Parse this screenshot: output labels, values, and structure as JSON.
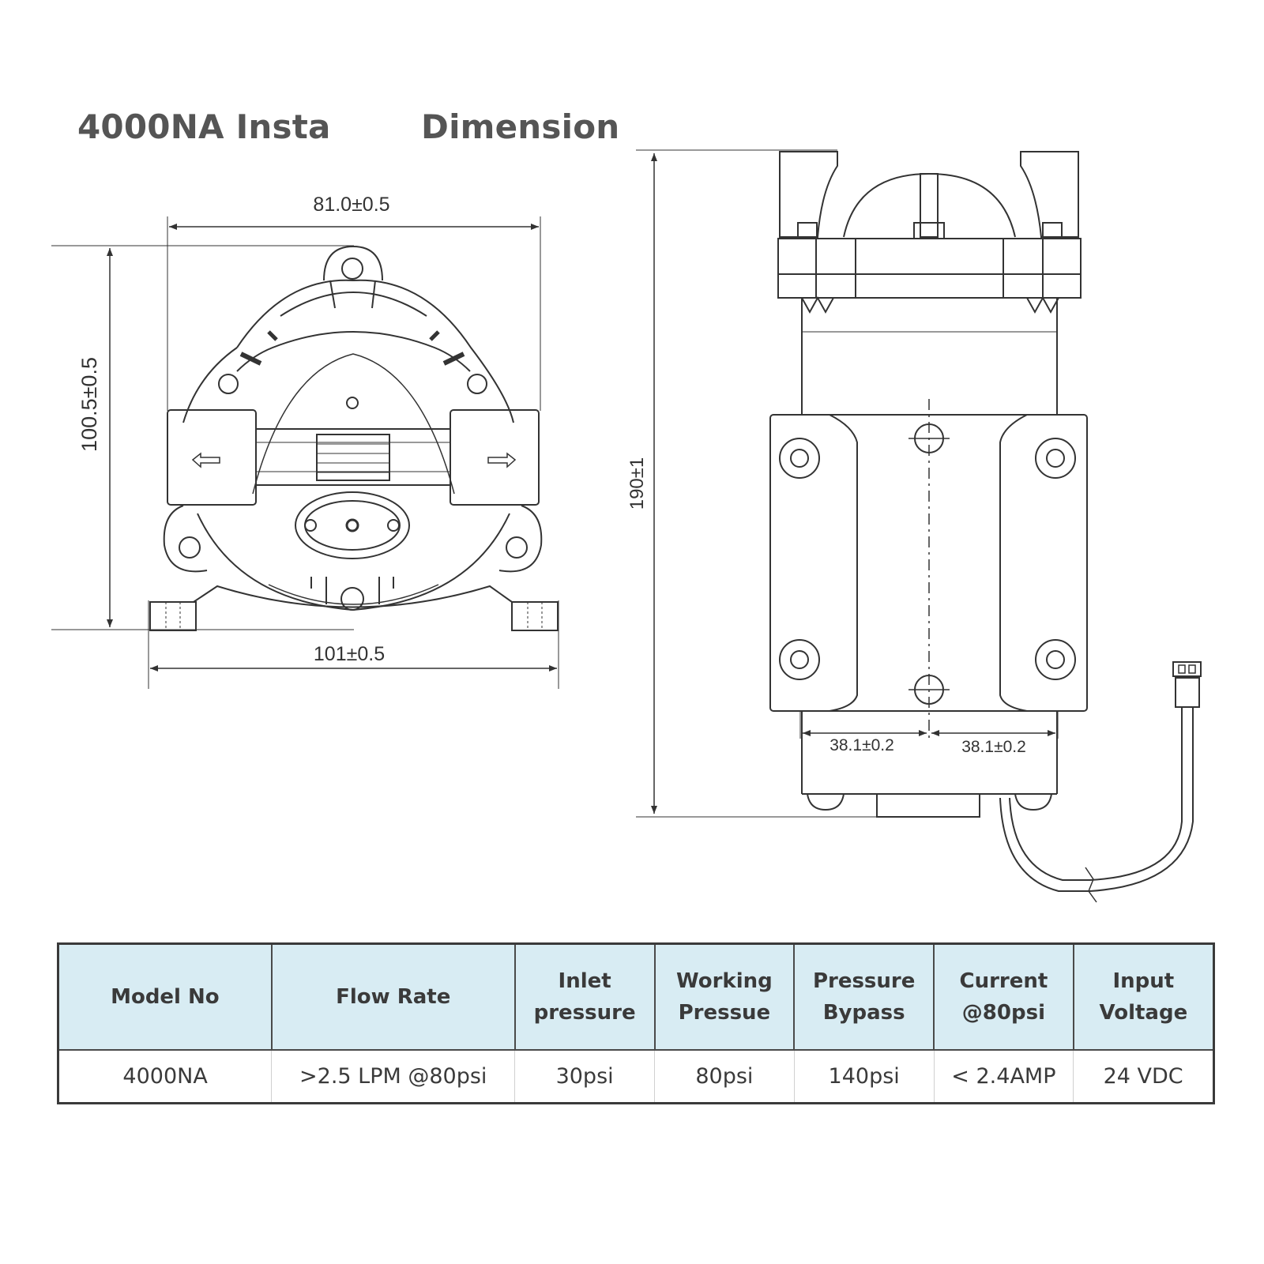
{
  "title_left": "4000NA Installa",
  "title_right": "Dimension",
  "dimensions": {
    "front_width_top": "81.0±0.5",
    "front_height": "100.5±0.5",
    "front_width_base": "101±0.5",
    "side_height": "190±1",
    "mount_spacing_left": "38.1±0.2",
    "mount_spacing_right": "38.1±0.2"
  },
  "spec_table": {
    "headers": [
      [
        "Model No"
      ],
      [
        "Flow Rate"
      ],
      [
        "Inlet",
        "pressure"
      ],
      [
        "Working",
        "Pressue"
      ],
      [
        "Pressure",
        "Bypass"
      ],
      [
        "Current",
        "@80psi"
      ],
      [
        "Input",
        "Voltage"
      ]
    ],
    "row": [
      "4000NA",
      ">2.5 LPM @80psi",
      "30psi",
      "80psi",
      "140psi",
      "< 2.4AMP",
      "24 VDC"
    ]
  },
  "colors": {
    "header_bg": "#d8ecf3",
    "line": "#333333",
    "title": "#555555"
  }
}
